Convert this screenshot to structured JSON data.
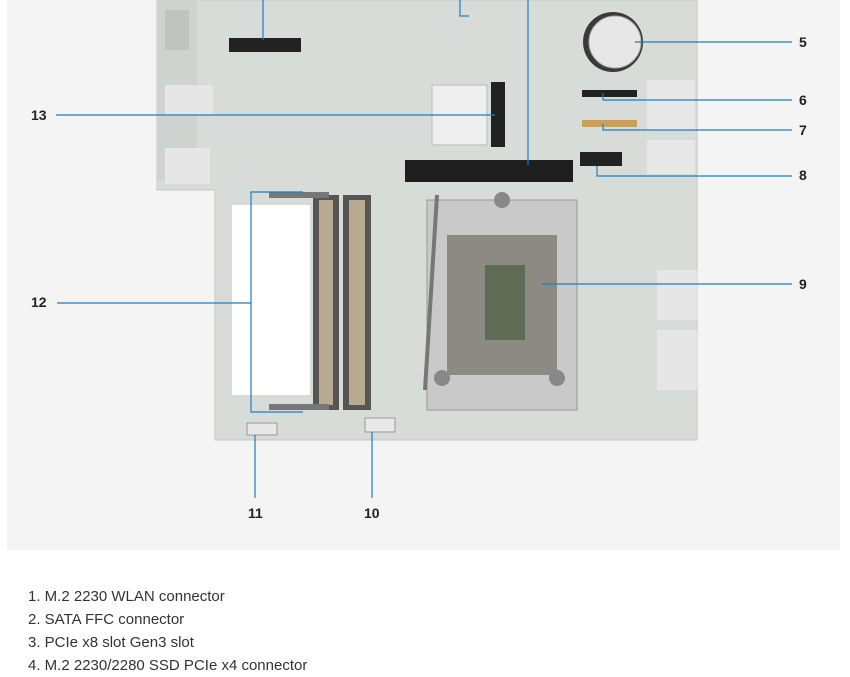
{
  "callouts": {
    "c5": "5",
    "c6": "6",
    "c7": "7",
    "c8": "8",
    "c9": "9",
    "c10": "10",
    "c11": "11",
    "c12": "12",
    "c13": "13"
  },
  "legend": [
    "1. M.2 2230 WLAN connector",
    "2. SATA FFC connector",
    "3. PCIe x8 slot Gen3 slot",
    "4. M.2 2230/2280 SSD PCIe x4 connector"
  ],
  "colors": {
    "leader_line": "#1a7fc4",
    "board": "#d6dad6",
    "panel": "#f4f4f4"
  }
}
